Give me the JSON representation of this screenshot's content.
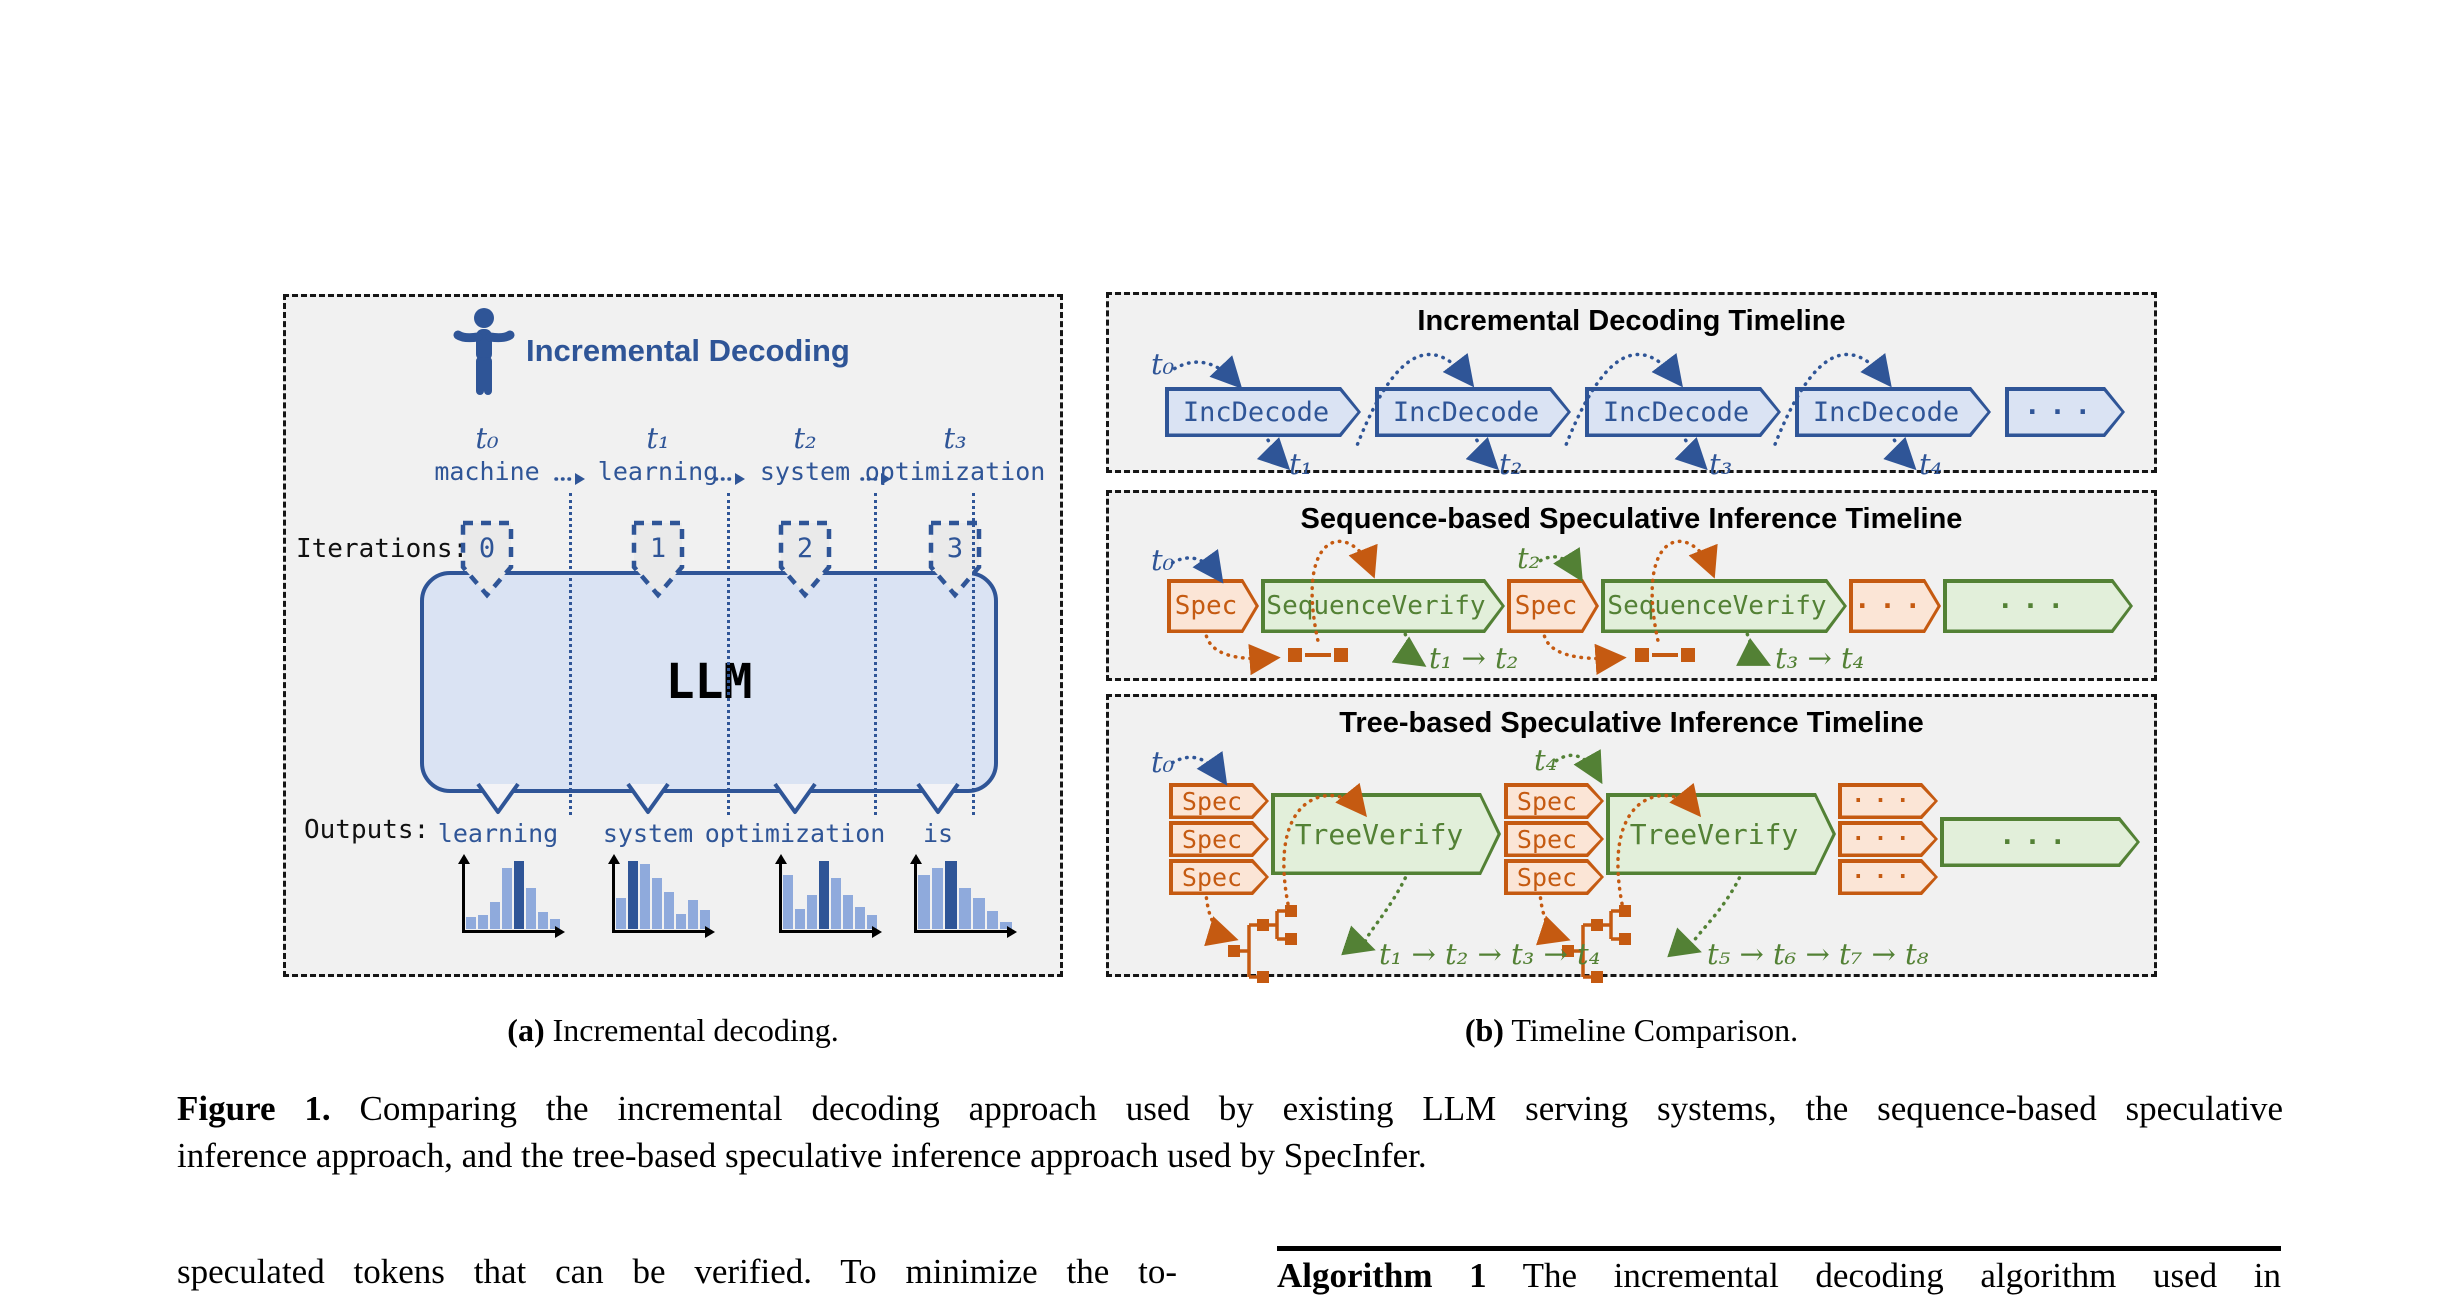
{
  "colors": {
    "blue": "#2F5597",
    "blue_fill": "#DAE3F3",
    "orange": "#C55A11",
    "orange_fill": "#FBE5D6",
    "green": "#538135",
    "green_fill": "#E2EFDA",
    "panel_bg": "#F1F1F1",
    "bar_light": "#8FAADC",
    "bar_dark": "#2F5597"
  },
  "left_panel": {
    "title": "Incremental Decoding",
    "iterations_label": "Iterations:",
    "outputs_label": "Outputs:",
    "llm_label": "LLM",
    "inputs": [
      {
        "time": "t₀",
        "word": "machine"
      },
      {
        "time": "t₁",
        "word": "learning"
      },
      {
        "time": "t₂",
        "word": "system"
      },
      {
        "time": "t₃",
        "word": "optimization"
      }
    ],
    "iteration_numbers": [
      "0",
      "1",
      "2",
      "3"
    ],
    "outputs": [
      "learning",
      "system",
      "optimization",
      "is"
    ],
    "histograms": {
      "type": "bar",
      "note": "token probability distributions; dark bar = sampled token",
      "series": [
        {
          "heights": [
            0.18,
            0.2,
            0.4,
            0.9,
            1.0,
            0.6,
            0.25,
            0.14
          ],
          "dark_index": 4
        },
        {
          "heights": [
            0.45,
            1.0,
            0.95,
            0.75,
            0.55,
            0.22,
            0.42,
            0.28
          ],
          "dark_index": 1
        },
        {
          "heights": [
            0.8,
            0.3,
            0.5,
            1.0,
            0.75,
            0.5,
            0.32,
            0.2
          ],
          "dark_index": 3
        },
        {
          "heights": [
            0.8,
            0.9,
            1.0,
            0.6,
            0.45,
            0.26,
            0.1
          ],
          "dark_index": 2
        }
      ]
    }
  },
  "timelines": {
    "incremental": {
      "title": "Incremental Decoding Timeline",
      "start_label": "t₀",
      "boxes": [
        "IncDecode",
        "IncDecode",
        "IncDecode",
        "IncDecode",
        "···"
      ],
      "token_labels": [
        "t₁",
        "t₂",
        "t₃",
        "t₄"
      ]
    },
    "sequence": {
      "title": "Sequence-based Speculative Inference Timeline",
      "start_label": "t₀",
      "mid_label": "t₂",
      "boxes": [
        "Spec",
        "SequenceVerify",
        "Spec",
        "SequenceVerify",
        "···",
        "···"
      ],
      "token_labels": [
        "t₁ → t₂",
        "t₃ → t₄"
      ]
    },
    "tree": {
      "title": "Tree-based Speculative Inference Timeline",
      "start_label": "t₀",
      "mid_label": "t₄",
      "spec_label": "Spec",
      "verify_label": "TreeVerify",
      "dots": "···",
      "token_labels": [
        "t₁ → t₂ → t₃ → t₄",
        "t₅ → t₆ → t₇ → t₈"
      ]
    }
  },
  "captions": {
    "a_bold": "(a)",
    "a_text": " Incremental decoding.",
    "b_bold": "(b)",
    "b_text": " Timeline Comparison."
  },
  "figure_caption": {
    "bold": "Figure 1.",
    "line1_rest": " Comparing the incremental decoding approach used by existing LLM serving systems, the sequence-based speculative",
    "line2": "inference approach, and the tree-based speculative inference approach used by SpecInfer."
  },
  "body": {
    "left_column_line": "speculated tokens that can be verified. To minimize the to-",
    "algorithm_bold": "Algorithm 1",
    "algorithm_rest": " The incremental decoding algorithm used in"
  }
}
